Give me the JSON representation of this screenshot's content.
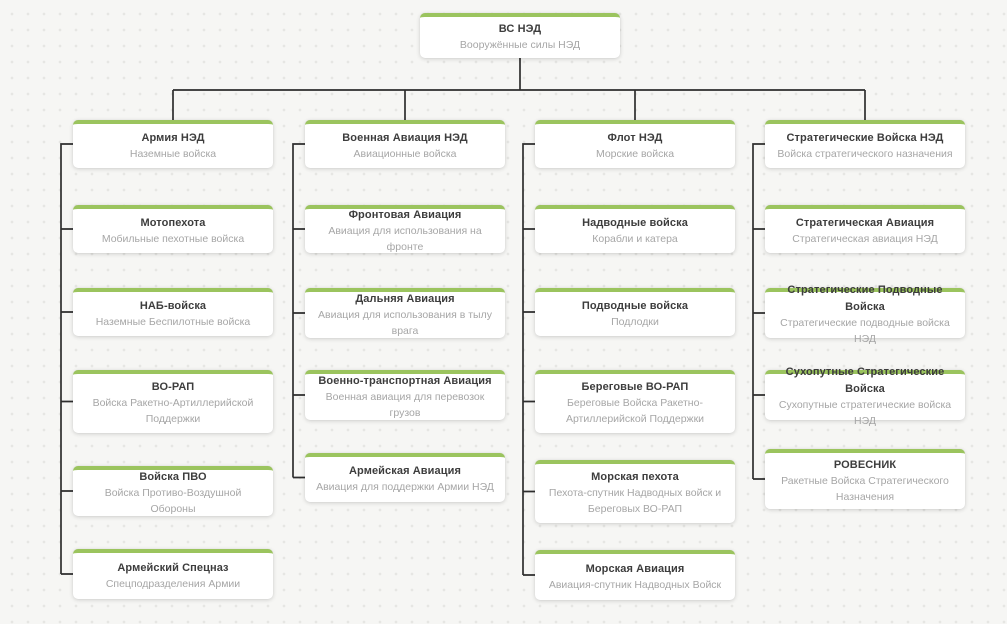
{
  "diagram": {
    "accent_color": "#9bc45e",
    "line_color": "#2e2e2e",
    "root": {
      "title": "ВС НЭД",
      "subtitle": "Вооружённые силы НЭД"
    },
    "columns": [
      {
        "header": {
          "title": "Армия НЭД",
          "subtitle": "Наземные войска"
        },
        "children": [
          {
            "title": "Мотопехота",
            "subtitle": "Мобильные пехотные войска"
          },
          {
            "title": "НАБ-войска",
            "subtitle": "Наземные Беспилотные войска"
          },
          {
            "title": "ВО-РАП",
            "subtitle": "Войска Ракетно-Артиллерийской Поддержки"
          },
          {
            "title": "Войска ПВО",
            "subtitle": "Войска Противо-Воздушной Обороны"
          },
          {
            "title": "Армейский Спецназ",
            "subtitle": "Спецподразделения Армии"
          }
        ]
      },
      {
        "header": {
          "title": "Военная Авиация НЭД",
          "subtitle": "Авиационные войска"
        },
        "children": [
          {
            "title": "Фронтовая Авиация",
            "subtitle": "Авиация для использования на фронте"
          },
          {
            "title": "Дальняя Авиация",
            "subtitle": "Авиация для использования в тылу врага"
          },
          {
            "title": "Военно-транспортная Авиация",
            "subtitle": "Военная авиация для перевозок грузов"
          },
          {
            "title": "Армейская Авиация",
            "subtitle": "Авиация для поддержки Армии НЭД"
          }
        ]
      },
      {
        "header": {
          "title": "Флот НЭД",
          "subtitle": "Морские войска"
        },
        "children": [
          {
            "title": "Надводные войска",
            "subtitle": "Корабли и катера"
          },
          {
            "title": "Подводные войска",
            "subtitle": "Подлодки"
          },
          {
            "title": "Береговые ВО-РАП",
            "subtitle": "Береговые Войска Ракетно-Артиллерийской Поддержки"
          },
          {
            "title": "Морская пехота",
            "subtitle": "Пехота-спутник Надводных войск и Береговых ВО-РАП"
          },
          {
            "title": "Морская Авиация",
            "subtitle": "Авиация-спутник Надводных Войск"
          }
        ]
      },
      {
        "header": {
          "title": "Стратегические Войска НЭД",
          "subtitle": "Войска стратегического назначения"
        },
        "children": [
          {
            "title": "Стратегическая Авиация",
            "subtitle": "Стратегическая авиация НЭД"
          },
          {
            "title": "Стратегические Подводные Войска",
            "subtitle": "Стратегические подводные войска НЭД"
          },
          {
            "title": "Сухопутные Стратегические Войска",
            "subtitle": "Сухопутные стратегические войска НЭД"
          },
          {
            "title": "РОВЕСНИК",
            "subtitle": "Ракетные Войска Стратегического Назначения"
          }
        ]
      }
    ]
  }
}
